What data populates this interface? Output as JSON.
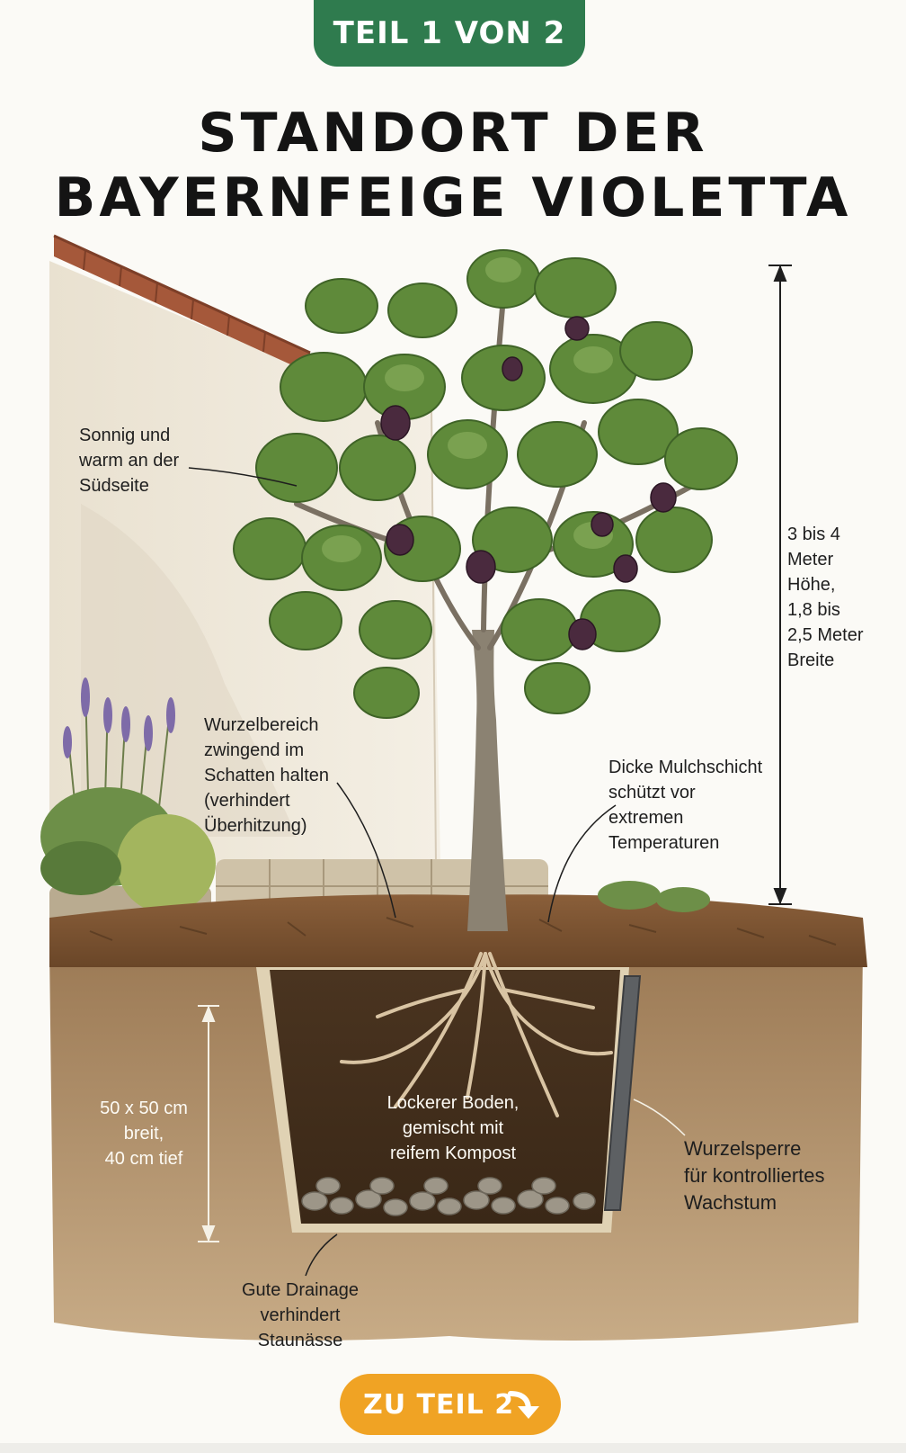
{
  "badge": {
    "label": "TEIL 1 VON 2"
  },
  "title": {
    "line1": "STANDORT DER",
    "line2": "BAYERNFEIGE VIOLETTA"
  },
  "labels": {
    "sun": [
      "Sonnig und",
      "warm an der",
      "Südseite"
    ],
    "height": [
      "3 bis 4",
      "Meter",
      "Höhe,",
      "1,8 bis",
      "2,5 Meter",
      "Breite"
    ],
    "shade": [
      "Wurzelbereich",
      "zwingend im",
      "Schatten halten",
      "(verhindert",
      "Überhitzung)"
    ],
    "mulch": [
      "Dicke Mulchschicht",
      "schützt vor",
      "extremen",
      "Temperaturen"
    ],
    "pit": [
      "50 x 50 cm",
      "breit,",
      "40 cm tief"
    ],
    "soil": [
      "Lockerer Boden,",
      "gemischt mit",
      "reifem Kompost"
    ],
    "barrier": [
      "Wurzelsperre",
      "für kontrolliertes",
      "Wachstum"
    ],
    "drainage": [
      "Gute Drainage",
      "verhindert",
      "Staunässe"
    ]
  },
  "button": {
    "label": "ZU TEIL 2",
    "icon": "arrow-down-right-icon"
  },
  "colors": {
    "badge": "#2f7b4e",
    "button": "#f0a324",
    "leaf": "#5f8a3a",
    "fig": "#4a2a3e",
    "soil": "#7b5a3a"
  }
}
